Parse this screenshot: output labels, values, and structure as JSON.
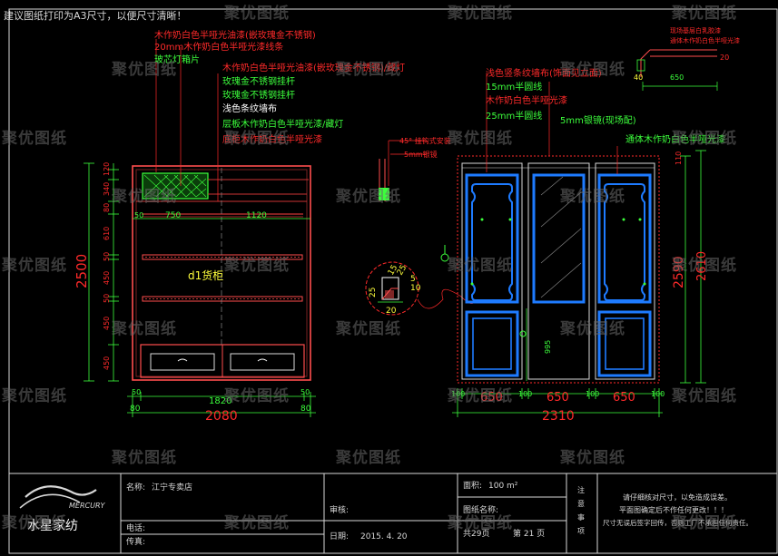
{
  "header_note": "建议图纸打印为A3尺寸，以便尺寸清晰！",
  "watermark": "聚优图纸",
  "left_annotations": [
    {
      "text": "木作奶白色半哑光油漆(嵌玫瑰金不锈钢)",
      "color": "#ff2a2a"
    },
    {
      "text": "20mm木作奶白色半哑光漆线条",
      "color": "#ff2a2a"
    },
    {
      "text": "玻芯灯箱片",
      "color": "#3cff3c"
    },
    {
      "text": "木作奶白色半哑光油漆(嵌玫瑰金不锈钢)/藏灯",
      "color": "#ff2a2a"
    },
    {
      "text": "玫瑰金不锈钢挂杆",
      "color": "#3cff3c"
    },
    {
      "text": "玫瑰金不锈钢挂杆",
      "color": "#3cff3c"
    },
    {
      "text": "浅色条纹墙布",
      "color": "#ffffff"
    },
    {
      "text": "层板木作奶白色半哑光漆/藏灯",
      "color": "#3cff3c"
    },
    {
      "text": "底柜木作奶白色半哑光漆",
      "color": "#ff2a2a"
    }
  ],
  "cabinet_label": "d1货柜",
  "left_dims": {
    "height": "2500",
    "verticals": [
      "120",
      "340",
      "80",
      "610",
      "50",
      "450",
      "50",
      "450",
      "450"
    ],
    "top_row": [
      "50",
      "750",
      "1120"
    ],
    "bottom": [
      "50",
      "1820",
      "50"
    ],
    "total_row": [
      "80",
      "2080",
      "80"
    ]
  },
  "detail_labels": {
    "angle": "45° 挂钩式安装",
    "mirror": "5mm银镜"
  },
  "detail_dims": [
    "25",
    "20",
    "5",
    "10",
    "15",
    "25"
  ],
  "right_annotations": [
    {
      "text": "浅色竖条纹墙布(饰面见立面)",
      "color": "#ff2a2a"
    },
    {
      "text": "15mm半圆线",
      "color": "#3cff3c"
    },
    {
      "text": "木作奶白色半哑光漆",
      "color": "#ff2a2a"
    },
    {
      "text": "25mm半圆线",
      "color": "#3cff3c"
    },
    {
      "text": "5mm银镜(现场配)",
      "color": "#3cff3c"
    },
    {
      "text": "通体木作奶白色半哑光漆",
      "color": "#3cff3c"
    }
  ],
  "corner_detail": {
    "line1": "现场基层白乳胶漆",
    "line2": "通体木作奶白色半哑光漆",
    "dims": [
      "650",
      "40",
      "20"
    ]
  },
  "right_dims": {
    "height1": "2590",
    "height2": "2610",
    "top": "110",
    "mid": "995",
    "panels": [
      "100",
      "650",
      "100",
      "650",
      "100",
      "650",
      "100"
    ],
    "total": "2310"
  },
  "title_block": {
    "logo": "MERCURY",
    "company": "水星家纺",
    "name_label": "名称:",
    "name_value": "江宁专卖店",
    "area_label": "面积:",
    "area_value": "100 m²",
    "drawing_label": "图纸名称:",
    "review_label": "审核:",
    "phone_label": "电话:",
    "fax_label": "传真:",
    "date_label": "日期:",
    "date_value": "2015. 4. 20",
    "pages": "共29页",
    "page_no": "第 21 页",
    "side_labels": [
      "注",
      "意",
      "事",
      "项"
    ],
    "notes": [
      "请仔细核对尺寸，以免造成误差。",
      "平面图确定后不作任何更改！！！",
      "尺寸无误后签字回传，否则工厂不承担任何责任。"
    ]
  }
}
